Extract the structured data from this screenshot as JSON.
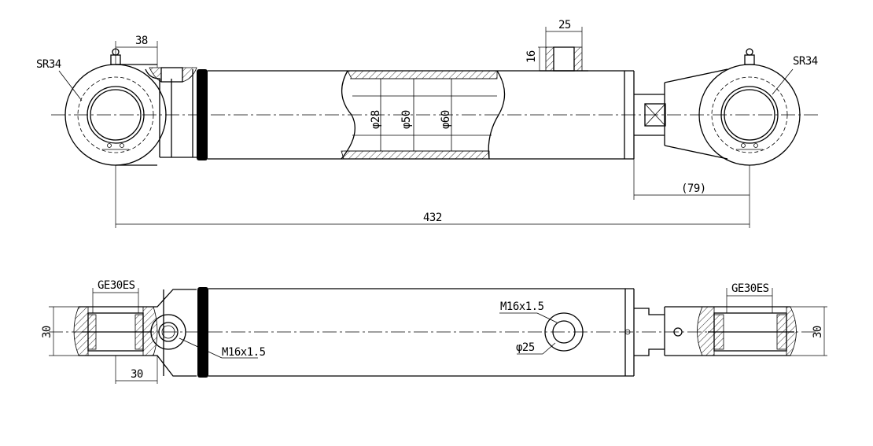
{
  "labels": {
    "sr_left": "SR34",
    "sr_right": "SR34",
    "dim_38": "38",
    "dim_25": "25",
    "dim_16": "16",
    "dia_28": "φ28",
    "dia_50": "φ50",
    "dia_60": "φ60",
    "dim_79": "(79)",
    "dim_432": "432",
    "bearing_left": "GE30ES",
    "bearing_right": "GE30ES",
    "dim_30_left": "30",
    "dim_30_right": "30",
    "dim_30_bottom": "30",
    "port_left": "M16x1.5",
    "port_right": "M16x1.5",
    "port_dia": "φ25"
  }
}
